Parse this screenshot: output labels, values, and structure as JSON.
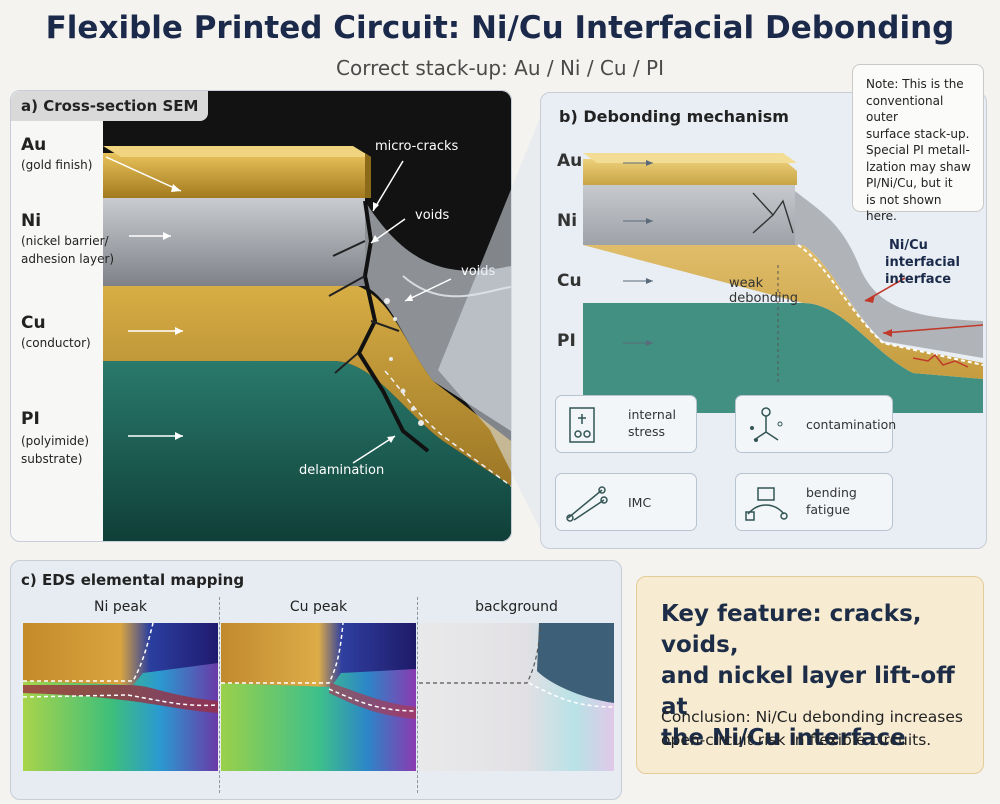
{
  "header": {
    "title": "Flexible Printed Circuit: Ni/Cu Interfacial Debonding",
    "subtitle": "Correct stack-up: Au / Ni / Cu / PI"
  },
  "panel_a": {
    "title": "a) Cross-section SEM",
    "layers": [
      {
        "name": "Au",
        "desc_lines": [
          "(gold finish)"
        ]
      },
      {
        "name": "Ni",
        "desc_lines": [
          "(nickel barrier/",
          "adhesion layer)"
        ]
      },
      {
        "name": "Cu",
        "desc_lines": [
          "(conductor)"
        ]
      },
      {
        "name": "PI",
        "desc_lines": [
          "(polyimide)",
          "substrate)"
        ]
      }
    ],
    "annotations": {
      "microcracks": "micro-cracks",
      "voids1": "voids",
      "voids2": "voids",
      "delamination": "delamination"
    }
  },
  "panel_b": {
    "title": "b) Debonding mechanism",
    "layers": [
      "Au",
      "Ni",
      "Cu",
      "PI"
    ],
    "weak_lines": [
      "weak",
      "debonding"
    ],
    "interface_lines": [
      "Ni/Cu",
      "interfacial",
      "interface"
    ],
    "factors": [
      {
        "icon": "stress-icon",
        "lines": [
          "internal",
          "stress"
        ]
      },
      {
        "icon": "contamination-icon",
        "lines": [
          "contamination"
        ]
      },
      {
        "icon": "imc-icon",
        "lines": [
          "IMC"
        ]
      },
      {
        "icon": "bending-icon",
        "lines": [
          "bending",
          "fatigue"
        ]
      }
    ]
  },
  "note": {
    "lines": [
      "Note: This is the",
      "conventional outer",
      "surface stack-up.",
      "Special PI metall-",
      "lzation may shaw",
      "PI/Ni/Cu, but it",
      "is not shown here."
    ]
  },
  "panel_c": {
    "title": "c) EDS elemental mapping",
    "maps": [
      "Ni peak",
      "Cu peak",
      "background"
    ]
  },
  "key_box": {
    "key_lines": [
      "Key feature: cracks, voids,",
      "and nickel layer lift-off at",
      "the Ni/Cu interface"
    ],
    "conclusion_lines": [
      "Conclusion: Ni/Cu debonding increases",
      "open-circuit risk in flexible circuits."
    ]
  },
  "colors": {
    "gold": "#c99a2e",
    "nickel": "#a9adb2",
    "copper": "#c8a040",
    "polyimide": "#1f6e62",
    "arrow_red": "#c0392b",
    "title_navy": "#1b2a4a"
  }
}
